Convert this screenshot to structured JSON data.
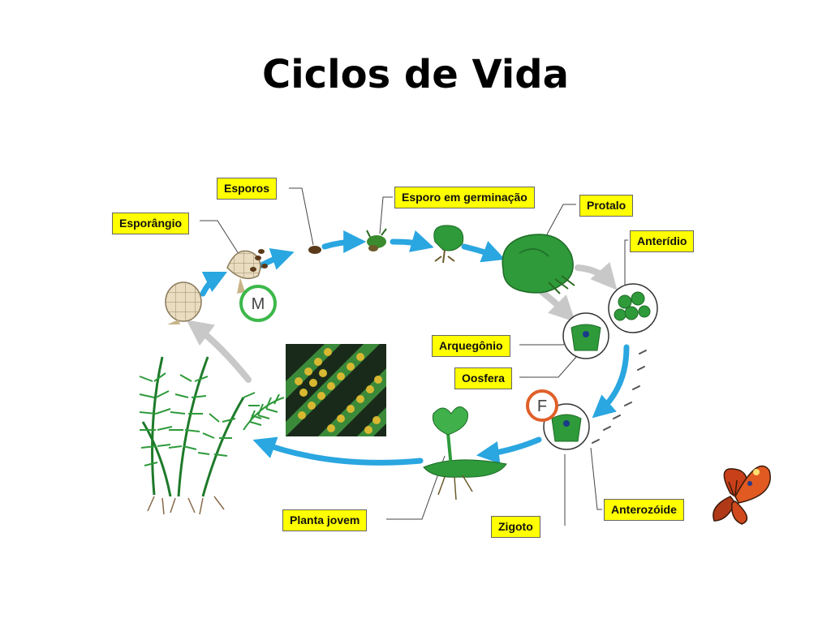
{
  "title": "Ciclos de Vida",
  "labels": {
    "esporos": "Esporos",
    "esporangio": "Esporângio",
    "esporo_germinacao": "Esporo em germinação",
    "protalo": "Protalo",
    "anteridio": "Anterídio",
    "arquegonio": "Arquegônio",
    "oosfera": "Oosfera",
    "anterozoide": "Anterozóide",
    "zigoto": "Zigoto",
    "planta_jovem": "Planta jovem"
  },
  "markers": {
    "m": "M",
    "f": "F"
  },
  "colors": {
    "cycle_arrow": "#2aa6e0",
    "return_arrow": "#c8c8c8",
    "plant_green": "#2e9a3a",
    "label_bg": "#ffff00",
    "marker_m": "#3cb84a",
    "marker_f": "#e0602a"
  }
}
